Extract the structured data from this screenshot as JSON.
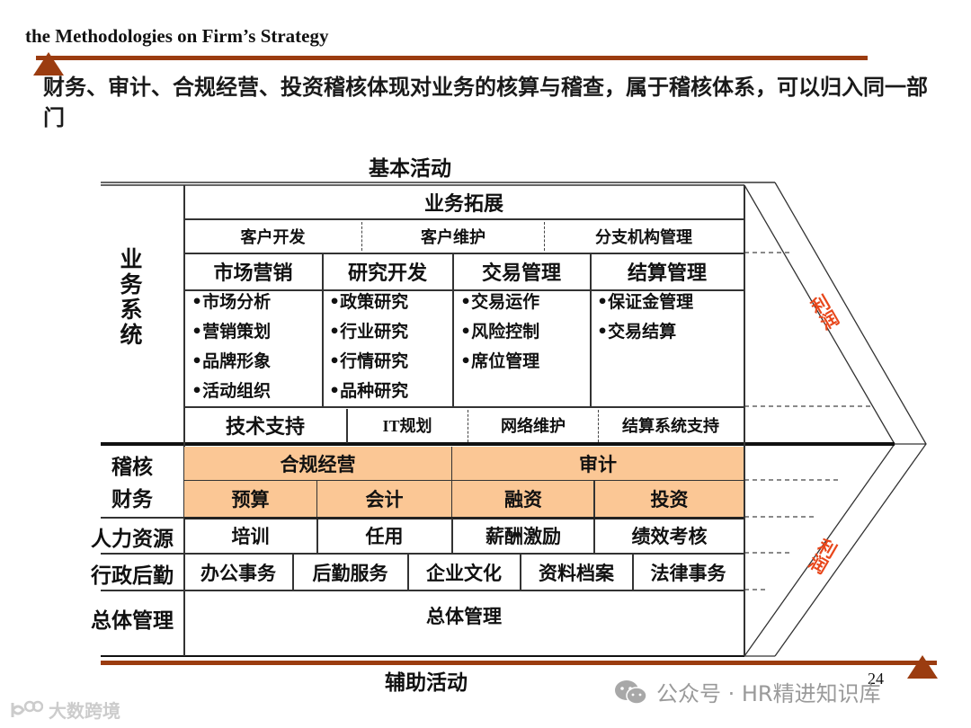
{
  "header": {
    "title": "the Methodologies on Firm’s Strategy",
    "subtitle": "财务、审计、合规经营、投资稽核体现对业务的核算与稽查，属于稽核体系，可以归入同一部门"
  },
  "diagram": {
    "top_label": "基本活动",
    "bottom_label": "辅助活动",
    "business_system_label": "业务系统",
    "business_expansion": {
      "title": "业务拓展",
      "items": [
        "客户开发",
        "客户维护",
        "分支机构管理"
      ]
    },
    "departments": [
      {
        "title": "市场营销",
        "items": [
          "•市场分析",
          "•营销策划",
          "•品牌形象",
          "•活动组织"
        ]
      },
      {
        "title": "研究开发",
        "items": [
          "•政策研究",
          "•行业研究",
          "•行情研究",
          "•品种研究"
        ]
      },
      {
        "title": "交易管理",
        "items": [
          "•交易运作",
          "•风险控制",
          "•席位管理"
        ]
      },
      {
        "title": "结算管理",
        "items": [
          "•保证金管理",
          "•交易结算"
        ]
      }
    ],
    "tech_support": {
      "title": "技术支持",
      "items": [
        "IT规划",
        "网络维护",
        "结算系统支持"
      ]
    },
    "support_rows": [
      {
        "label": "稽核",
        "cells": [
          "合规经营",
          "审计"
        ]
      },
      {
        "label": "财务",
        "cells": [
          "预算",
          "会计",
          "融资",
          "投资"
        ]
      },
      {
        "label": "人力资源",
        "cells": [
          "培训",
          "任用",
          "薪酬激励",
          "绩效考核"
        ]
      },
      {
        "label": "行政后勤",
        "cells": [
          "办公事务",
          "后勤服务",
          "企业文化",
          "资料档案",
          "法律事务"
        ]
      },
      {
        "label": "总体管理",
        "cells": [
          "总体管理"
        ]
      }
    ],
    "profit_label_top": "利润",
    "profit_label_bottom": "利润",
    "highlight_color": "#fbc795",
    "accent_color": "#9b3c10",
    "profit_color": "#e8471b"
  },
  "footer": {
    "page_number": "24",
    "watermark_right": "公众号 · HR精进知识库",
    "watermark_left": "大数跨境"
  }
}
